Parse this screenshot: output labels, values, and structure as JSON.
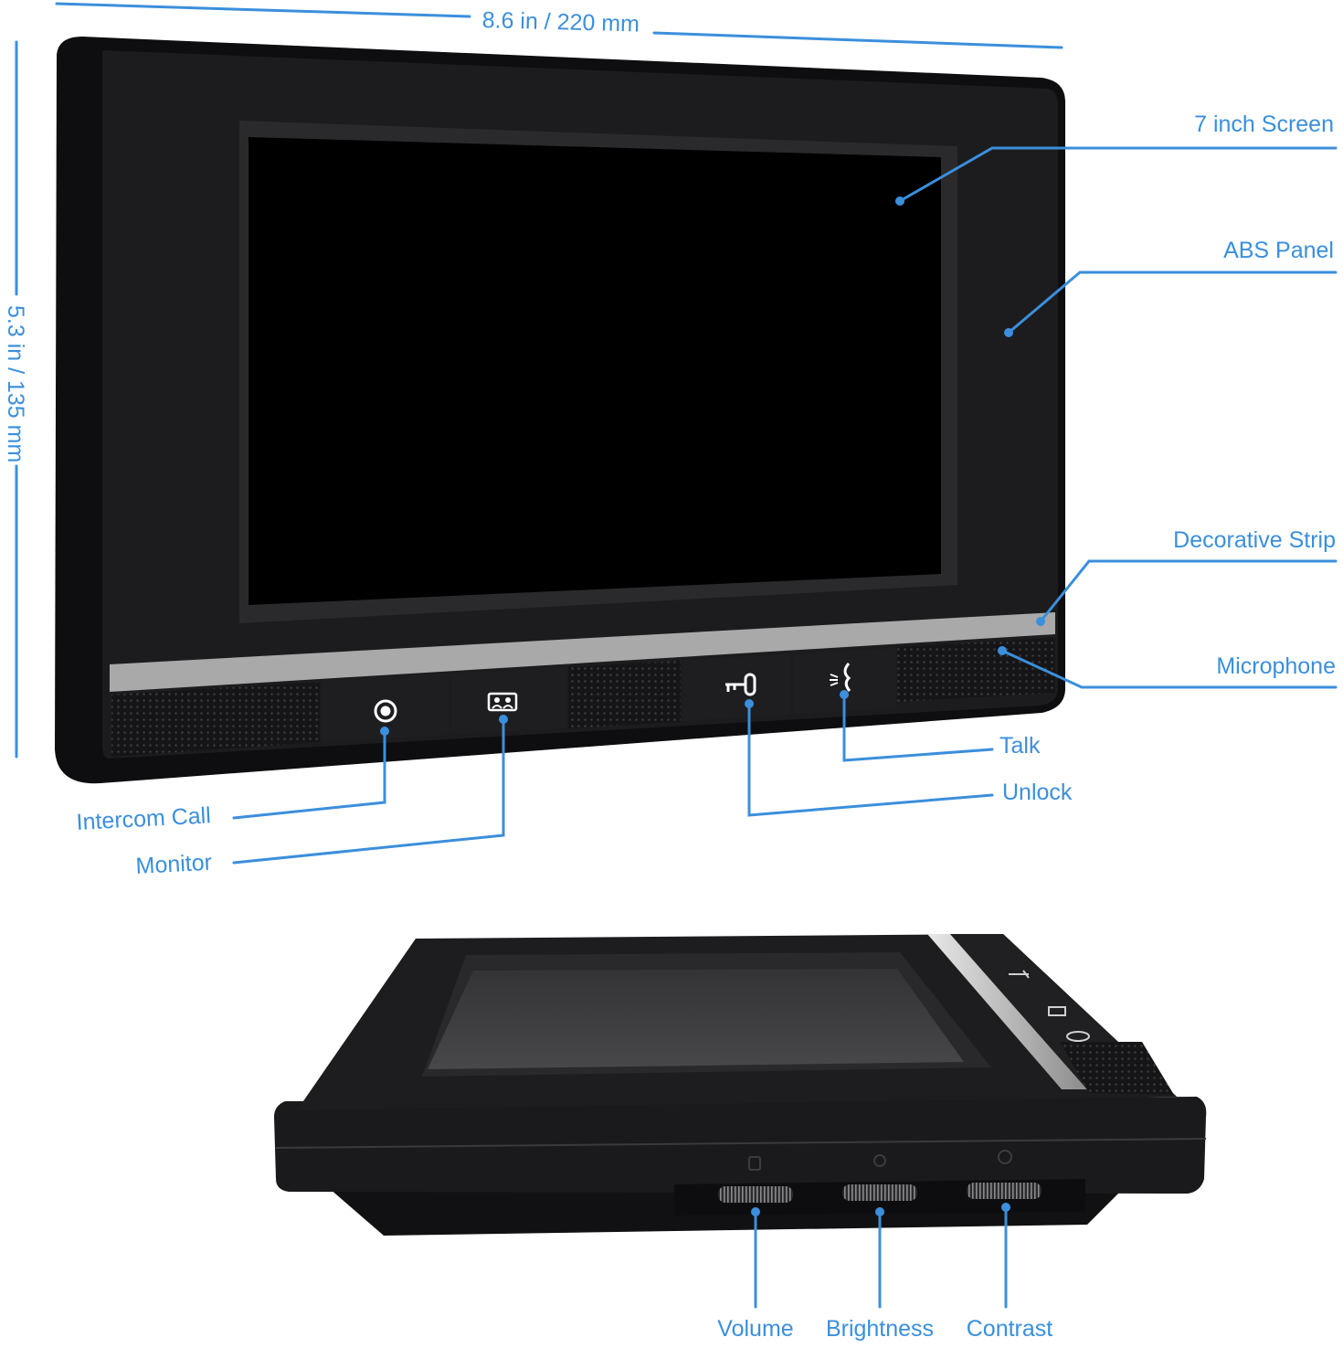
{
  "colors": {
    "annotation": "#3b8fdc",
    "device_body": "#1a1a1c",
    "screen": "#000000",
    "strip": "#a9a9a9",
    "background": "#ffffff"
  },
  "dimensions": {
    "width": "8.6 in / 220 mm",
    "height": "5.3 in / 135 mm"
  },
  "front_callouts": {
    "screen": "7 inch Screen",
    "panel": "ABS Panel",
    "strip": "Decorative Strip",
    "microphone": "Microphone",
    "talk": "Talk",
    "unlock": "Unlock",
    "intercom_call": "Intercom Call",
    "monitor": "Monitor"
  },
  "side_callouts": {
    "volume": "Volume",
    "brightness": "Brightness",
    "contrast": "Contrast"
  },
  "icons": {
    "intercom_call": "ring-button-icon",
    "monitor": "monitor-icon",
    "unlock": "key-icon",
    "talk": "talk-icon"
  }
}
